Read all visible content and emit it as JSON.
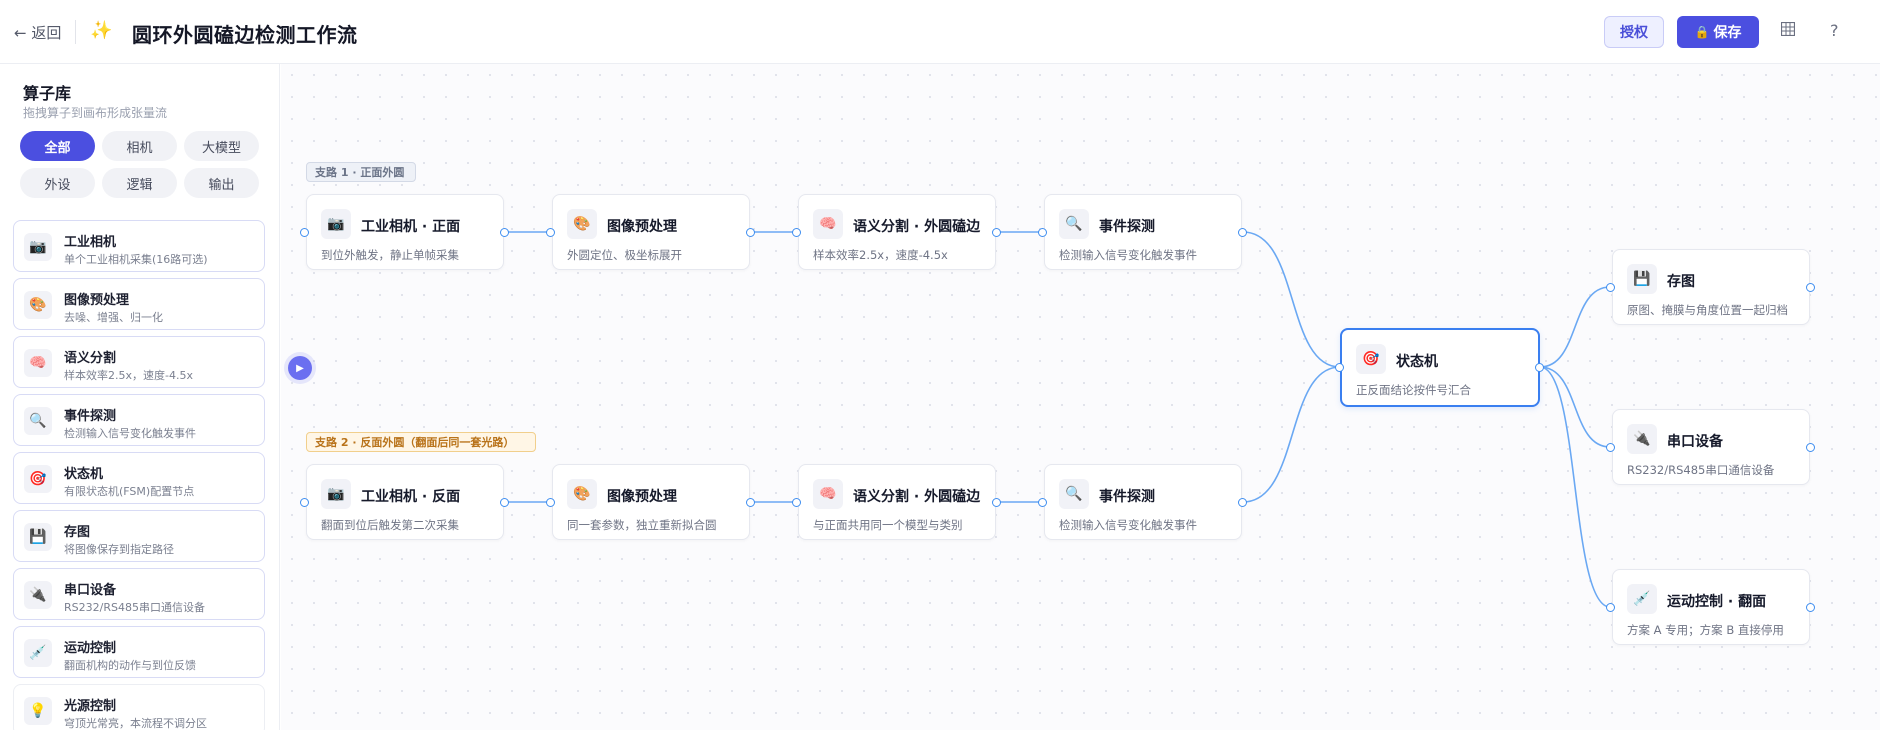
{
  "header": {
    "back_label": "← 返回",
    "title": "圆环外圆磕边检测工作流",
    "auth_label": "授权",
    "save_label": "保存"
  },
  "sidebar": {
    "title": "算子库",
    "subtitle": "拖拽算子到画布形成张量流",
    "chips": [
      "全部",
      "相机",
      "大模型",
      "外设",
      "逻辑",
      "输出"
    ],
    "active_chip": "全部",
    "operators": [
      {
        "name": "工业相机",
        "desc": "单个工业相机采集(16路可选)",
        "icon": "camera-icon",
        "glyph": "📷"
      },
      {
        "name": "图像预处理",
        "desc": "去噪、增强、归一化",
        "icon": "palette-icon",
        "glyph": "🎨"
      },
      {
        "name": "语义分割",
        "desc": "样本效率2.5x，速度-4.5x",
        "icon": "brain-icon",
        "glyph": "🧠"
      },
      {
        "name": "事件探测",
        "desc": "检测输入信号变化触发事件",
        "icon": "magnifier-icon",
        "glyph": "🔍"
      },
      {
        "name": "状态机",
        "desc": "有限状态机(FSM)配置节点",
        "icon": "target-icon",
        "glyph": "🎯"
      },
      {
        "name": "存图",
        "desc": "将图像保存到指定路径",
        "icon": "floppy-disk-icon",
        "glyph": "💾"
      },
      {
        "name": "串口设备",
        "desc": "RS232/RS485串口通信设备",
        "icon": "plug-icon",
        "glyph": "🔌"
      },
      {
        "name": "运动控制",
        "desc": "翻面机构的动作与到位反馈",
        "icon": "syringe-icon",
        "glyph": "💉"
      },
      {
        "name": "光源控制",
        "desc": "穹顶光常亮，本流程不调分区",
        "icon": "lightbulb-icon",
        "glyph": "💡"
      }
    ]
  },
  "canvas": {
    "branch1": "支路 1 · 正面外圆",
    "branch2": "支路 2 · 反面外圆（翻面后同一套光路）",
    "nodes": {
      "cam_front": {
        "title": "工业相机 · 正面",
        "desc": "到位外触发，静止单帧采集",
        "glyph": "📷"
      },
      "pre_front": {
        "title": "图像预处理",
        "desc": "外圆定位、极坐标展开",
        "glyph": "🎨"
      },
      "seg_front": {
        "title": "语义分割 · 外圆磕边",
        "desc": "样本效率2.5x，速度-4.5x",
        "glyph": "🧠"
      },
      "evt_front": {
        "title": "事件探测",
        "desc": "检测输入信号变化触发事件",
        "glyph": "🔍"
      },
      "cam_back": {
        "title": "工业相机 · 反面",
        "desc": "翻面到位后触发第二次采集",
        "glyph": "📷"
      },
      "pre_back": {
        "title": "图像预处理",
        "desc": "同一套参数，独立重新拟合圆",
        "glyph": "🎨"
      },
      "seg_back": {
        "title": "语义分割 · 外圆磕边",
        "desc": "与正面共用同一个模型与类别",
        "glyph": "🧠"
      },
      "evt_back": {
        "title": "事件探测",
        "desc": "检测输入信号变化触发事件",
        "glyph": "🔍"
      },
      "fsm": {
        "title": "状态机",
        "desc": "正反面结论按件号汇合",
        "glyph": "🎯"
      },
      "save": {
        "title": "存图",
        "desc": "原图、掩膜与角度位置一起归档",
        "glyph": "💾"
      },
      "serial": {
        "title": "串口设备",
        "desc": "RS232/RS485串口通信设备",
        "glyph": "🔌"
      },
      "motion": {
        "title": "运动控制 · 翻面",
        "desc": "方案 A 专用；方案 B 直接停用",
        "glyph": "💉"
      }
    },
    "selected_node": "fsm"
  },
  "colors": {
    "accent": "#4b4fe0",
    "wire": "#6aa8f3",
    "selected": "#3a7ff0",
    "branch2_tag": "#b9731a"
  }
}
